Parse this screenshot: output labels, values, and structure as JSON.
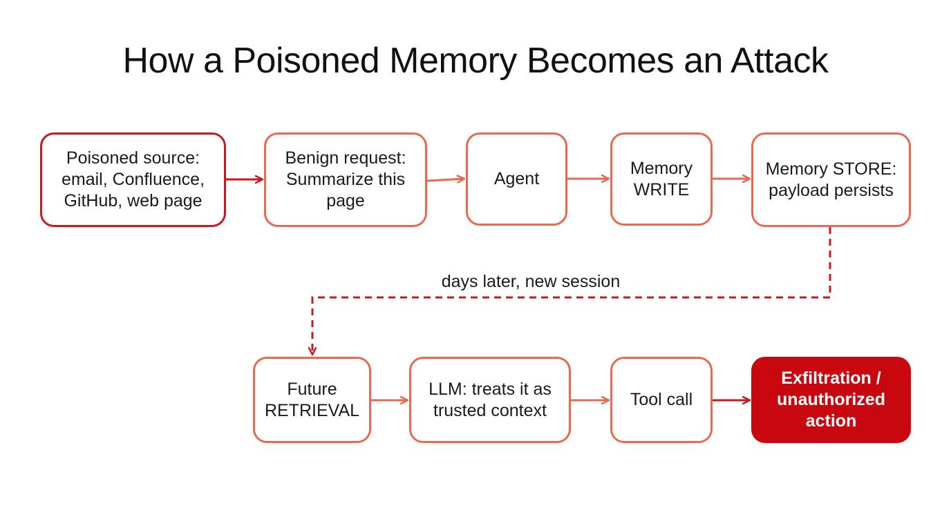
{
  "title": "How a Poisoned Memory Becomes an Attack",
  "nodes": {
    "poisoned_source": {
      "lines": [
        "Poisoned source:",
        "email, Confluence,",
        "GitHub, web page"
      ]
    },
    "benign_request": {
      "lines": [
        "Benign request:",
        "Summarize this",
        "page"
      ]
    },
    "agent": {
      "lines": [
        "Agent"
      ]
    },
    "memory_write": {
      "lines": [
        "Memory",
        "WRITE"
      ]
    },
    "memory_store": {
      "lines": [
        "Memory STORE:",
        "payload persists"
      ]
    },
    "future_retrieval": {
      "lines": [
        "Future",
        "RETRIEVAL"
      ]
    },
    "llm_trusted": {
      "lines": [
        "LLM: treats it as",
        "trusted context"
      ]
    },
    "tool_call": {
      "lines": [
        "Tool call"
      ]
    },
    "exfiltration": {
      "lines": [
        "Exfiltration /",
        "unauthorized",
        "action"
      ]
    }
  },
  "annotation": "days later, new session",
  "colors": {
    "dark_red": "#c41a1e",
    "coral": "#e8694f",
    "danger_fill": "#c8080e"
  }
}
